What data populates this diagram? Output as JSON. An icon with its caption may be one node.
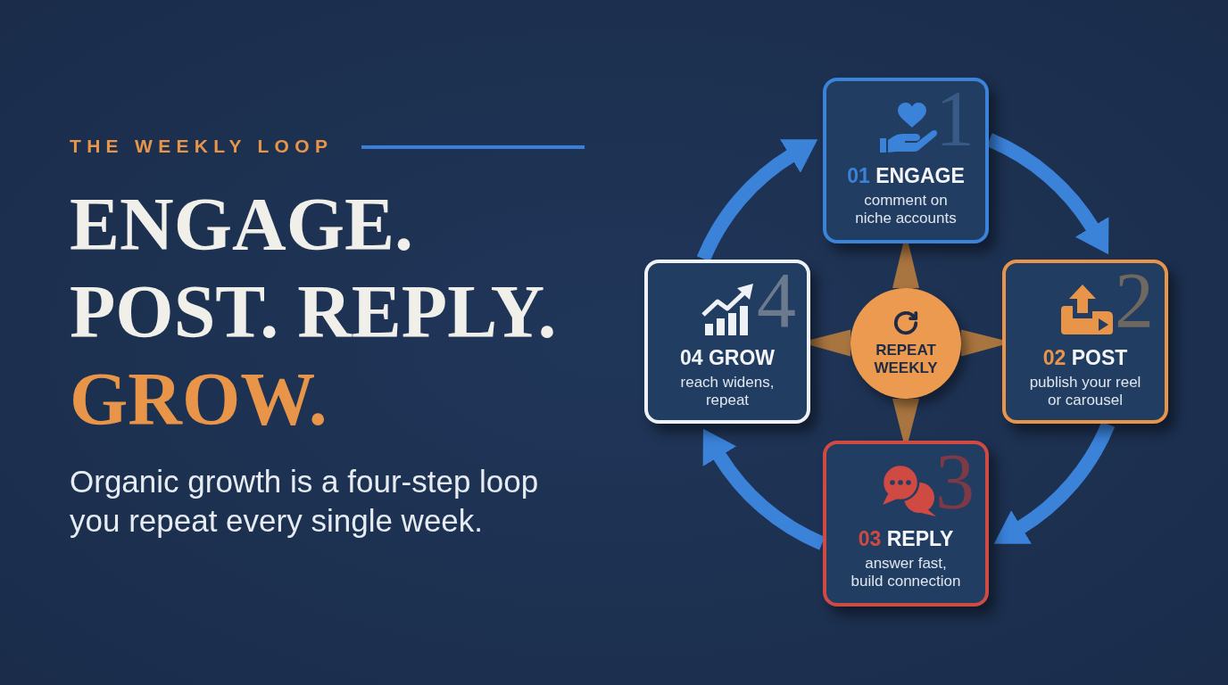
{
  "diagram": {
    "title": "ENGAGE. POST. REPLY. GROW.",
    "nodes": [
      {
        "text": [
          "1",
          "01 ENGAGE",
          "comment on niche accounts"
        ]
      },
      {
        "text": [
          "2",
          "02 POST",
          "publish your reel or carousel"
        ]
      },
      {
        "text": [
          "3",
          "03 REPLY",
          "answer fast, build connection"
        ]
      },
      {
        "text": [
          "4",
          "04 GROW",
          "reach widens, repeat"
        ]
      },
      {
        "text": [
          "REPEAT WEEKLY"
        ]
      }
    ],
    "edges": [
      {
        "from": 0,
        "to": 1,
        "arrow": "to"
      },
      {
        "from": 1,
        "to": 2,
        "arrow": "to"
      },
      {
        "from": 2,
        "to": 3,
        "arrow": "to"
      },
      {
        "from": 3,
        "to": 0,
        "arrow": "to"
      },
      {
        "from": 4,
        "to": 0,
        "arrow": "none",
        "color": "#a8743f"
      },
      {
        "from": 4,
        "to": 1,
        "arrow": "none",
        "color": "#a8743f"
      },
      {
        "from": 4,
        "to": 2,
        "arrow": "none",
        "color": "#a8743f"
      },
      {
        "from": 4,
        "to": 3,
        "arrow": "none",
        "color": "#a8743f"
      }
    ],
    "labels": [
      "THE WEEKLY LOOP",
      "Organic growth is a four-step loop you repeat every single week."
    ]
  }
}
